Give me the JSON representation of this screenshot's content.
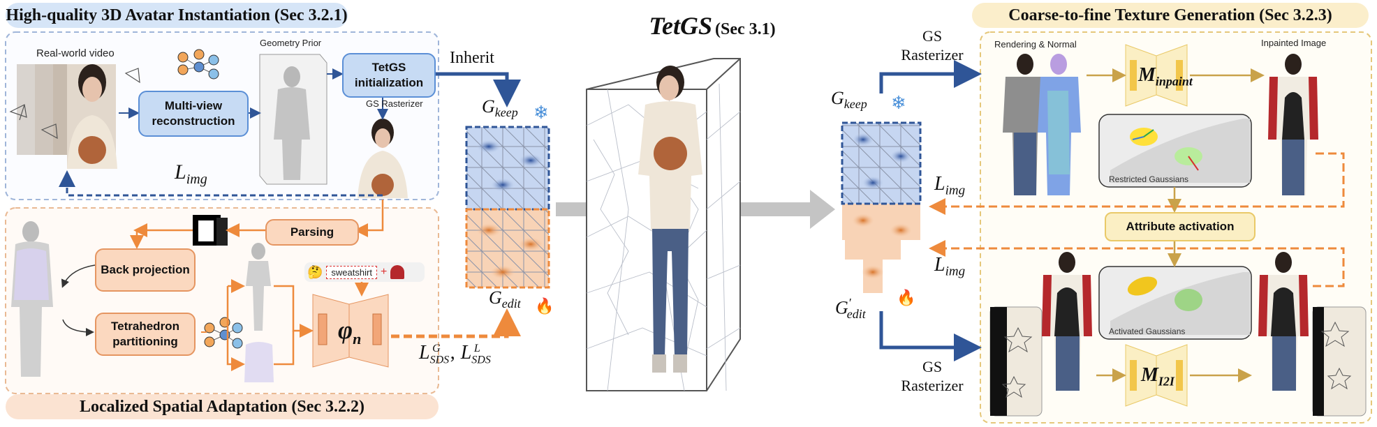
{
  "sections": {
    "s1_title": "High-quality 3D Avatar Instantiation (Sec 3.2.1)",
    "s2_title": "Localized Spatial Adaptation (Sec 3.2.2)",
    "s3_title": "Coarse-to-fine Texture Generation (Sec 3.2.3)",
    "center_title_main": "TetGS",
    "center_title_sub": "(Sec 3.1)"
  },
  "s1": {
    "real_world_video": "Real-world video",
    "multiview": "Multi-view reconstruction",
    "geometry_prior": "Geometry Prior",
    "tetgs_init": "TetGS initialization",
    "gs_rasterizer": "GS Rasterizer",
    "inherit": "Inherit",
    "l_img": "L",
    "l_img_sub": "img"
  },
  "s2": {
    "parsing": "Parsing",
    "back_projection": "Back projection",
    "tetra_partitioning": "Tetrahedron partitioning",
    "prompt_emoji": "🤔",
    "prompt_text": "sweatshirt",
    "prompt_plus": "+",
    "phi": "φ",
    "phi_sub": "n",
    "sds_g": "L",
    "sds_g_sup": "G",
    "sds_g_sub": "SDS",
    "sds_sep": ",",
    "sds_l": "L",
    "sds_l_sup": "L",
    "sds_l_sub": "SDS"
  },
  "mid": {
    "g_keep": "G",
    "g_keep_sub": "keep",
    "g_edit": "G",
    "g_edit_sub": "edit",
    "snow": "❄",
    "fire": "🔥"
  },
  "right": {
    "gs_rast_top_1": "GS",
    "gs_rast_top_2": "Rasterizer",
    "gs_rast_bot_1": "GS",
    "gs_rast_bot_2": "Rasterizer",
    "g_keep": "G",
    "g_keep_sub": "keep",
    "g_edit": "G",
    "g_edit_prime": "′",
    "g_edit_sub": "edit",
    "l_img_1": "L",
    "l_img_1_sub": "img",
    "l_img_2": "L",
    "l_img_2_sub": "img"
  },
  "s3": {
    "rendering_normal": "Rendering & Normal",
    "inpainted_image": "Inpainted Image",
    "m_inpaint": "M",
    "m_inpaint_sub": "inpaint",
    "m_i2i": "M",
    "m_i2i_sub": "I2I",
    "restricted_gaussians": "Restricted Gaussians",
    "activated_gaussians": "Activated Gaussians",
    "attribute_activation": "Attribute activation"
  },
  "colors": {
    "blue": "#2f5597",
    "orange": "#ee8a3c",
    "gold": "#c9a24a",
    "s1_title_bg": "#d6e5f7",
    "s2_title_bg": "#fbe3d2",
    "s3_title_bg": "#fbeecb"
  }
}
